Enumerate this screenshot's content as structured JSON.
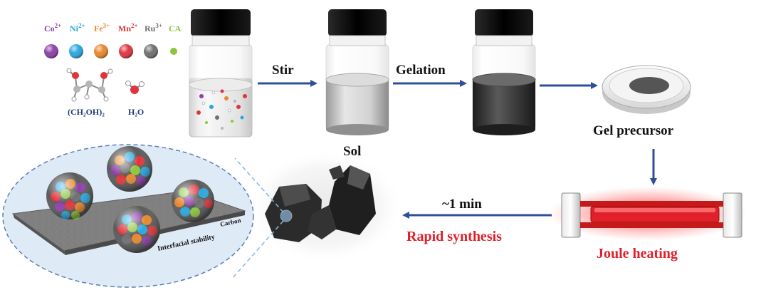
{
  "legend": {
    "ions": [
      {
        "label": "Co",
        "charge": "2+",
        "color": "#8e3fa8"
      },
      {
        "label": "Ni",
        "charge": "2+",
        "color": "#2aa7df"
      },
      {
        "label": "Fe",
        "charge": "3+",
        "color": "#e8872b"
      },
      {
        "label": "Mn",
        "charge": "2+",
        "color": "#e0343c"
      },
      {
        "label": "Ru",
        "charge": "3+",
        "color": "#6f6f6f"
      },
      {
        "label": "CA",
        "charge": "",
        "color": "#8cc63f"
      }
    ],
    "ethylene_glycol": "(CH₂OH)₂",
    "water": "H₂O"
  },
  "steps": {
    "stir": "Stir",
    "sol": "Sol",
    "gelation": "Gelation",
    "gel_precursor": "Gel precursor",
    "joule_heating": "Joule heating",
    "time": "~1 min",
    "rapid_synthesis": "Rapid synthesis"
  },
  "inset": {
    "interfacial_stability": "Interfacial stability",
    "carbon": "Carbon"
  },
  "colors": {
    "arrow": "#2f4f9a",
    "accent_red": "#e0202a",
    "vial_cap": "#111111"
  }
}
